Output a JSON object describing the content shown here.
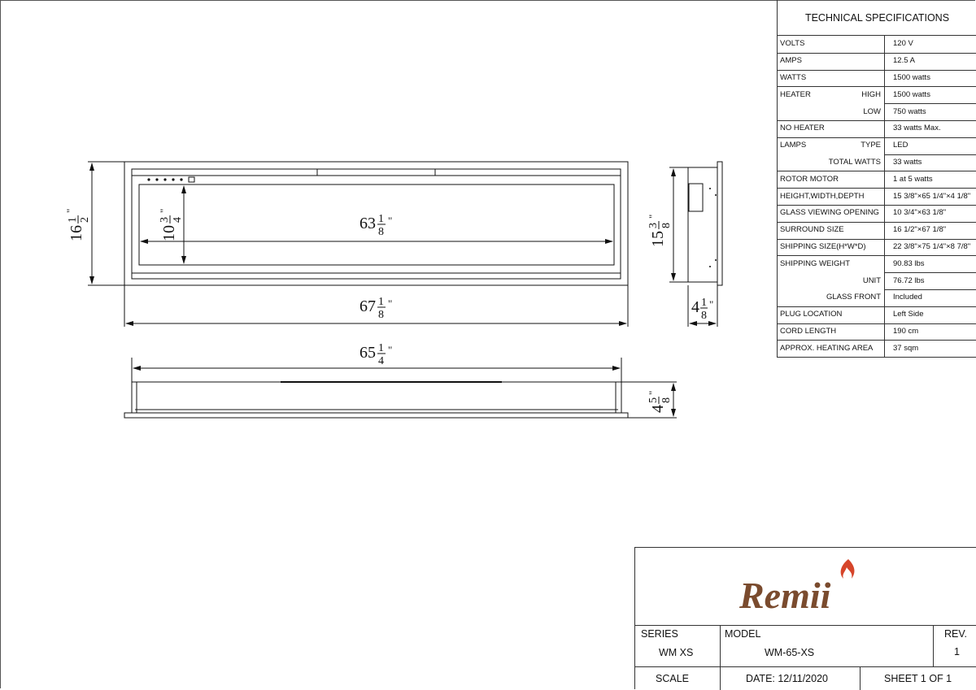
{
  "drawing": {
    "front_view": {
      "overall_height": {
        "whole": "16",
        "num": "1",
        "den": "2",
        "unit": "\""
      },
      "overall_width": {
        "whole": "67",
        "num": "1",
        "den": "8",
        "unit": "\""
      },
      "glass_width": {
        "whole": "63",
        "num": "1",
        "den": "8",
        "unit": "\""
      },
      "glass_height": {
        "whole": "10",
        "num": "3",
        "den": "4",
        "unit": "\""
      }
    },
    "side_view": {
      "height": {
        "whole": "15",
        "num": "3",
        "den": "8",
        "unit": "\""
      },
      "depth": {
        "whole": "4",
        "num": "1",
        "den": "8",
        "unit": "\""
      }
    },
    "top_view": {
      "width": {
        "whole": "65",
        "num": "1",
        "den": "4",
        "unit": "\""
      },
      "depth": {
        "whole": "4",
        "num": "5",
        "den": "8",
        "unit": "\""
      }
    }
  },
  "specs": {
    "title": "TECHNICAL SPECIFICATIONS",
    "rows": [
      {
        "label": "VOLTS",
        "sub": "",
        "value": "120  V"
      },
      {
        "label": "AMPS",
        "sub": "",
        "value": "12.5 A"
      },
      {
        "label": "WATTS",
        "sub": "",
        "value": "1500  watts"
      },
      {
        "label": "HEATER",
        "sub": "HIGH",
        "value": "1500 watts"
      },
      {
        "label": "",
        "sub": "LOW",
        "value": "750 watts"
      },
      {
        "label": "NO HEATER",
        "sub": "",
        "value": "33 watts  Max."
      },
      {
        "label": "LAMPS",
        "sub": "TYPE",
        "value": "LED"
      },
      {
        "label": "",
        "sub": "TOTAL WATTS",
        "value": "33 watts"
      },
      {
        "label": "ROTOR MOTOR",
        "sub": "",
        "value": "1 at 5 watts"
      },
      {
        "label": "HEIGHT,WIDTH,DEPTH",
        "sub": "",
        "value": "15 3/8\"×65 1/4\"×4 1/8\""
      },
      {
        "label": "GLASS VIEWING OPENING",
        "sub": "",
        "value": "10 3/4\"×63 1/8\""
      },
      {
        "label": "SURROUND SIZE",
        "sub": "",
        "value": "16 1/2\"×67 1/8\""
      },
      {
        "label": "SHIPPING SIZE(H*W*D)",
        "sub": "",
        "value": "22 3/8\"×75 1/4\"×8 7/8\""
      },
      {
        "label": "SHIPPING WEIGHT",
        "sub": "",
        "value": "90.83 lbs"
      },
      {
        "label": "",
        "sub": "UNIT",
        "value": "76.72 lbs"
      },
      {
        "label": "",
        "sub": "GLASS FRONT",
        "value": "Included"
      },
      {
        "label": "PLUG LOCATION",
        "sub": "",
        "value": "Left Side"
      },
      {
        "label": "CORD LENGTH",
        "sub": "",
        "value": "190 cm"
      },
      {
        "label": "APPROX. HEATING AREA",
        "sub": "",
        "value": "37 sqm"
      }
    ]
  },
  "title_block": {
    "logo_text": "Remii",
    "series_label": "SERIES",
    "series_value": "WM XS",
    "model_label": "MODEL",
    "model_value": "WM-65-XS",
    "rev_label": "REV.",
    "rev_value": "1",
    "scale_label": "SCALE",
    "date": "DATE: 12/11/2020",
    "sheet": "SHEET 1 OF 1",
    "logo_color": "#7a4b2e",
    "flame_color": "#d6452a"
  }
}
